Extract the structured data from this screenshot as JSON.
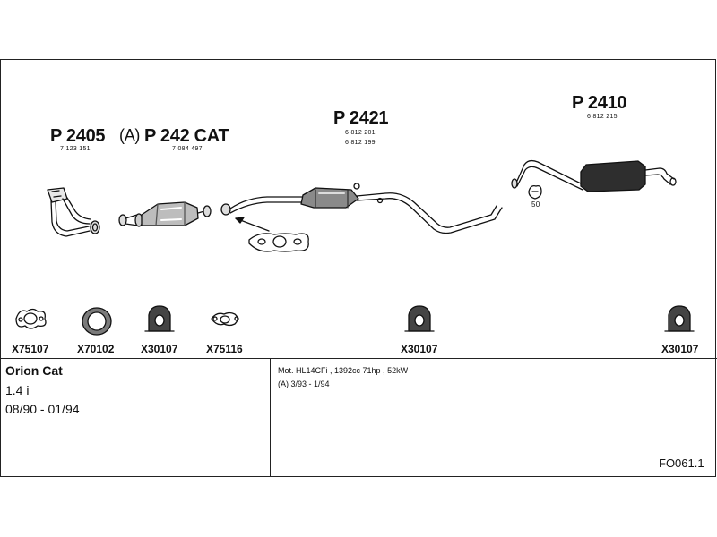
{
  "parts": [
    {
      "id": "p2405",
      "number": "P 2405",
      "refs": [
        "7 123 151"
      ]
    },
    {
      "id": "p242",
      "prefix": "(A)",
      "number": "P 242 CAT",
      "refs": [
        "7 084 497"
      ]
    },
    {
      "id": "p2421",
      "number": "P 2421",
      "refs": [
        "6 812 201",
        "6 812 199"
      ]
    },
    {
      "id": "p2410",
      "number": "P 2410",
      "refs": [
        "6 812 215"
      ]
    }
  ],
  "clamp_size": "50",
  "fittings": [
    "X75107",
    "X70102",
    "X30107",
    "X75116",
    "X30107",
    "X30107"
  ],
  "vehicle": {
    "model": "Orion Cat",
    "engine": "1.4 i",
    "years": "08/90 - 01/94"
  },
  "notes": {
    "line1": "Mot. HL14CFi , 1392cc 71hp , 52kW",
    "line2": "(A) 3/93 - 1/94"
  },
  "diagram_code": "FO061.1"
}
